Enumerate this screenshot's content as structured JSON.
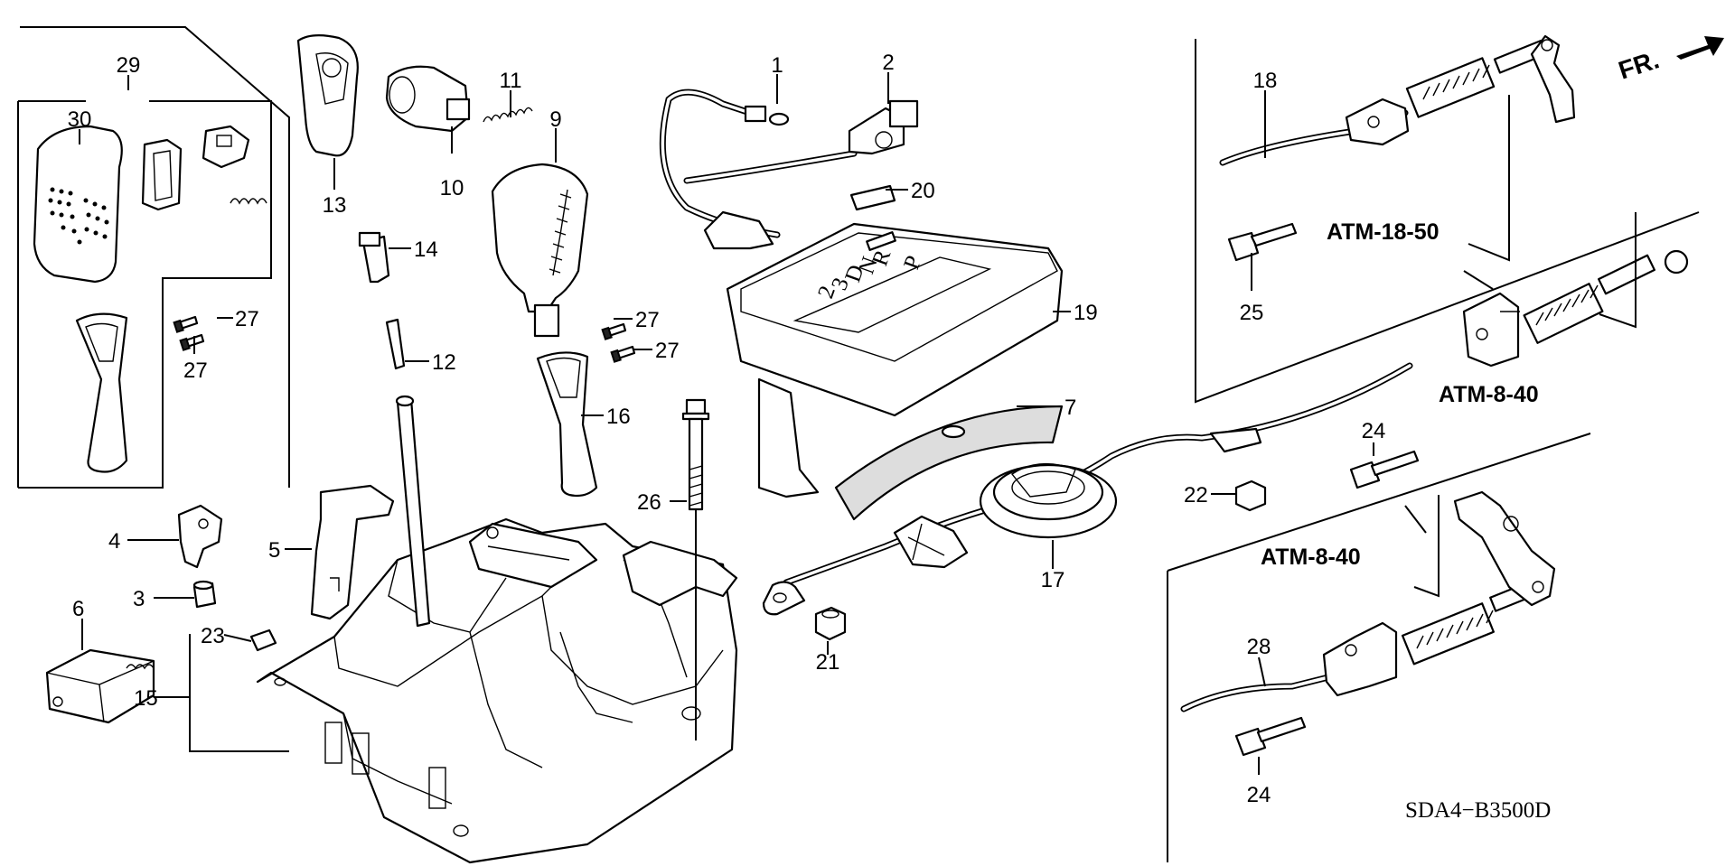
{
  "orientation": {
    "label": "FR."
  },
  "diagram_code": "SDA4−B3500D",
  "references": {
    "atm_18_50": "ATM-18-50",
    "atm_8_40_upper": "ATM-8-40",
    "atm_8_40_lower": "ATM-8-40"
  },
  "callouts": {
    "p1": "1",
    "p2": "2",
    "p3": "3",
    "p4": "4",
    "p5": "5",
    "p6": "6",
    "p7": "7",
    "p9": "9",
    "p10": "10",
    "p11": "11",
    "p12": "12",
    "p13": "13",
    "p14": "14",
    "p15": "15",
    "p16": "16",
    "p17": "17",
    "p18": "18",
    "p19": "19",
    "p20": "20",
    "p21": "21",
    "p22": "22",
    "p23": "23",
    "p24a": "24",
    "p24b": "24",
    "p25": "25",
    "p26": "26",
    "p27a": "27",
    "p27b": "27",
    "p27c": "27",
    "p27d": "27",
    "p28": "28",
    "p29": "29",
    "p30": "30"
  },
  "indicator_letters": [
    "P",
    "R",
    "N",
    "D",
    "3",
    "2"
  ],
  "icons": [
    "front-direction-arrow-icon"
  ]
}
